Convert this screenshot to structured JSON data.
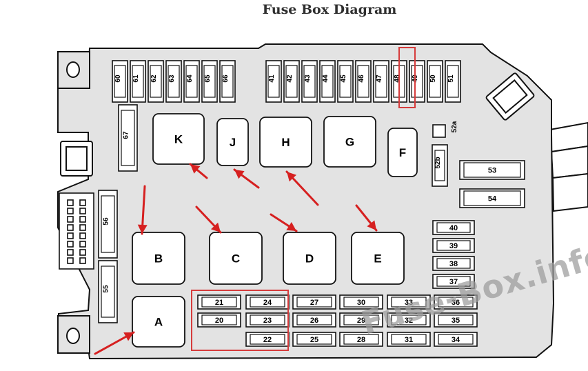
{
  "title": "Fuse Box Diagram",
  "watermark": "Fuse-Box.info",
  "relays": {
    "K": "K",
    "J": "J",
    "H": "H",
    "G": "G",
    "F": "F",
    "B": "B",
    "C": "C",
    "D": "D",
    "E": "E",
    "A": "A"
  },
  "top_fuses_left": [
    "60",
    "61",
    "62",
    "63",
    "64",
    "65",
    "66"
  ],
  "top_fuses_right": [
    "41",
    "42",
    "43",
    "44",
    "45",
    "46",
    "47",
    "48",
    "49",
    "50",
    "51"
  ],
  "vertical_fuses": {
    "f67": "67",
    "f56": "56",
    "f55": "55",
    "f52b": "52b",
    "f52a": "52a"
  },
  "side_fuses": [
    "53",
    "54"
  ],
  "right_column_fuses": [
    "40",
    "39",
    "38",
    "37"
  ],
  "bottom_fuses": {
    "col1": [
      "21",
      "20"
    ],
    "col2": [
      "24",
      "23",
      "22"
    ],
    "col3": [
      "27",
      "26",
      "25"
    ],
    "col4": [
      "30",
      "29",
      "28"
    ],
    "col5": [
      "33",
      "32",
      "31"
    ],
    "col6": [
      "36",
      "35",
      "34"
    ]
  },
  "colors": {
    "housing": "#e3e3e3",
    "outline": "#111111",
    "highlight": "#d63c3c",
    "arrow": "#d62020"
  }
}
